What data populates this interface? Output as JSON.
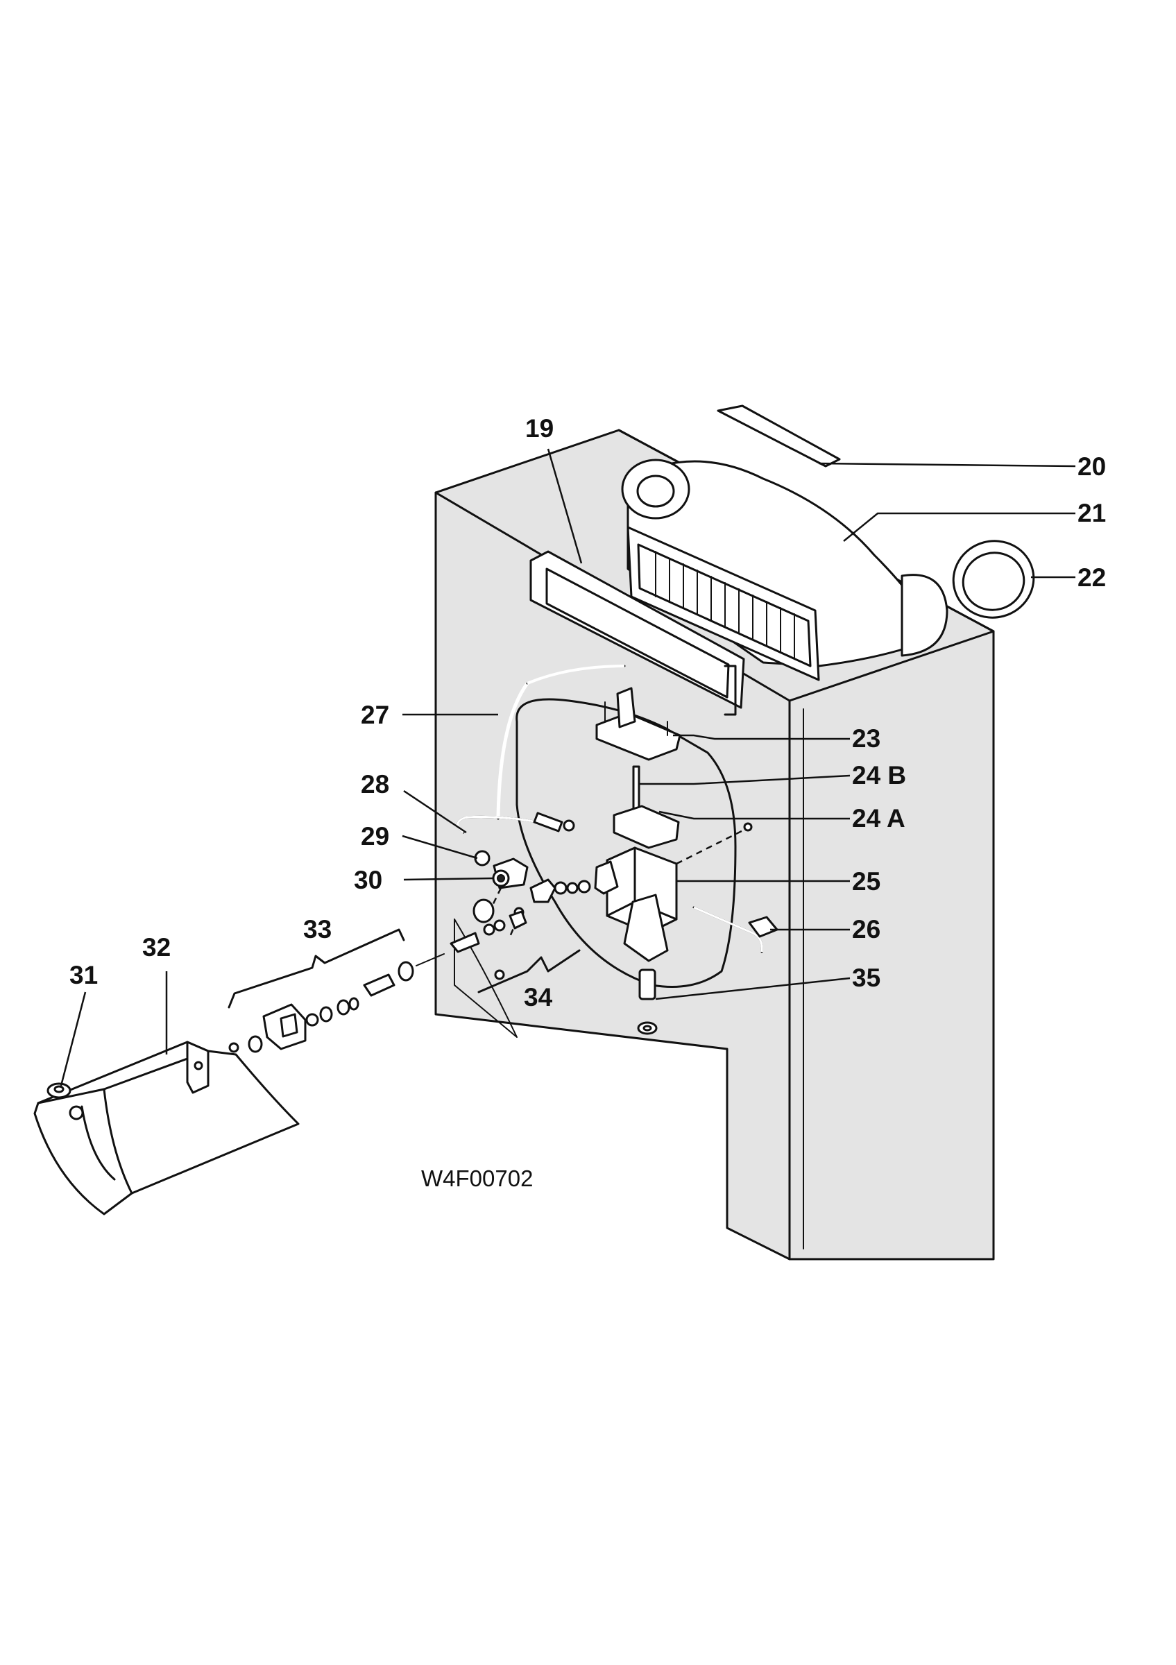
{
  "diagram": {
    "drawing_code": "W4F00702",
    "callouts": [
      {
        "id": "19",
        "text": "19"
      },
      {
        "id": "20",
        "text": "20"
      },
      {
        "id": "21",
        "text": "21"
      },
      {
        "id": "22",
        "text": "22"
      },
      {
        "id": "23",
        "text": "23"
      },
      {
        "id": "24b",
        "text": "24 B"
      },
      {
        "id": "24a",
        "text": "24 A"
      },
      {
        "id": "25",
        "text": "25"
      },
      {
        "id": "26",
        "text": "26"
      },
      {
        "id": "27",
        "text": "27"
      },
      {
        "id": "28",
        "text": "28"
      },
      {
        "id": "29",
        "text": "29"
      },
      {
        "id": "30",
        "text": "30"
      },
      {
        "id": "31",
        "text": "31"
      },
      {
        "id": "32",
        "text": "32"
      },
      {
        "id": "33",
        "text": "33"
      },
      {
        "id": "34",
        "text": "34"
      },
      {
        "id": "35",
        "text": "35"
      }
    ]
  }
}
